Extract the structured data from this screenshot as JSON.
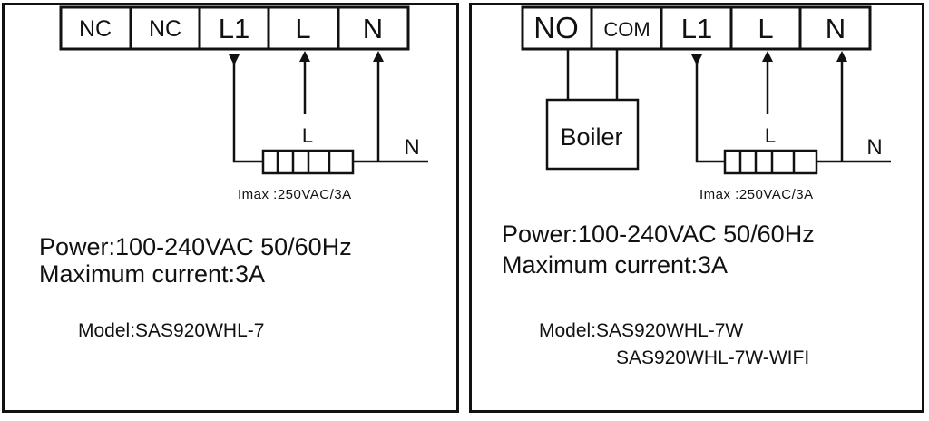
{
  "left": {
    "terminals": [
      "NC",
      "NC",
      "L1",
      "L",
      "N"
    ],
    "load_L_label": "L",
    "neutral_label": "N",
    "imax": "Imax :250VAC/3A",
    "power_line": "Power:100-240VAC 50/60Hz",
    "current_line": "Maximum current:3A",
    "model_line": "Model:SAS920WHL-7"
  },
  "right": {
    "terminals": [
      "NO",
      "COM",
      "L1",
      "L",
      "N"
    ],
    "boiler_label": "Boiler",
    "load_L_label": "L",
    "neutral_label": "N",
    "imax": "Imax :250VAC/3A",
    "power_line": "Power:100-240VAC 50/60Hz",
    "current_line": "Maximum current:3A",
    "model_line_1": "Model:SAS920WHL-7W",
    "model_line_2": "SAS920WHL-7W-WIFI"
  }
}
